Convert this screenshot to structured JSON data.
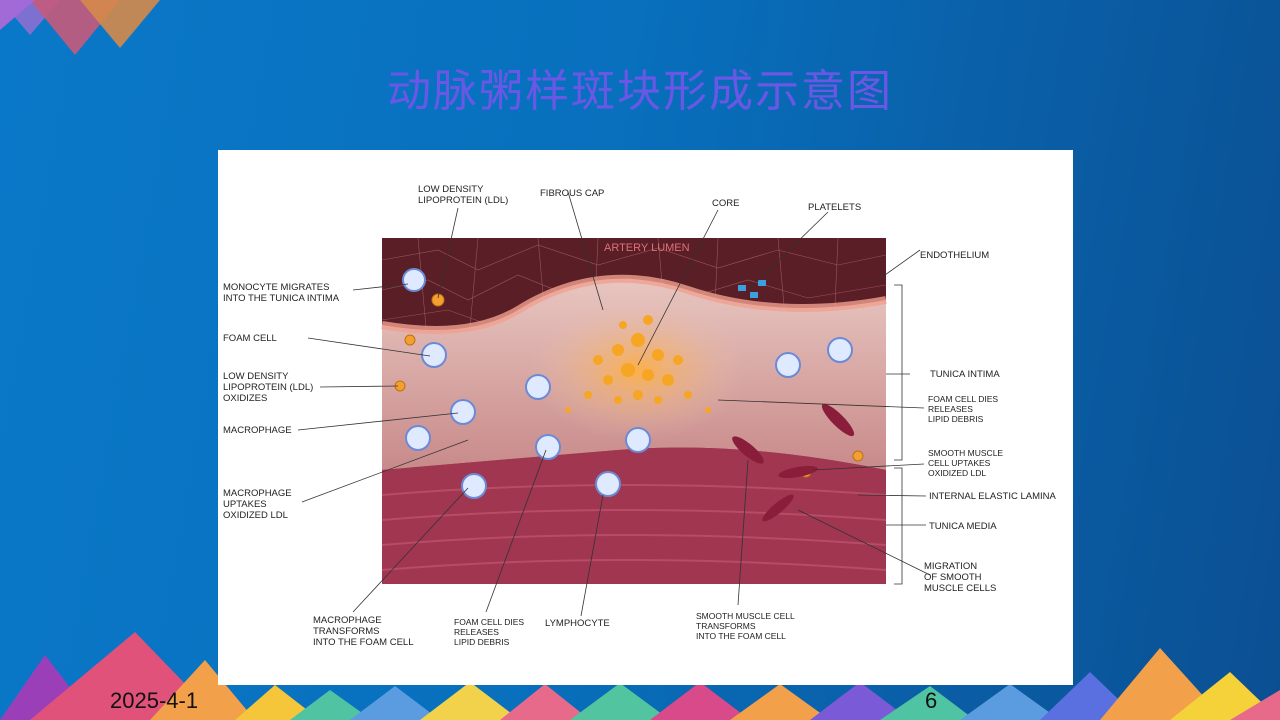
{
  "slide": {
    "title": "动脉粥样斑块形成示意图",
    "date": "2025-4-1",
    "page_number": "6"
  },
  "diagram": {
    "artery_lumen": "ARTERY LUMEN",
    "labels": {
      "ldl": "LOW DENSITY\nLIPOPROTEIN (LDL)",
      "fibrous_cap": "FIBROUS CAP",
      "core": "CORE",
      "platelets": "PLATELETS",
      "endothelium": "ENDOTHELIUM",
      "monocyte": "MONOCYTE MIGRATES\nINTO THE TUNICA INTIMA",
      "foam_cell": "FOAM CELL",
      "ldl_oxidizes": "LOW DENSITY\nLIPOPROTEIN (LDL)\nOXIDIZES",
      "macrophage": "MACROPHAGE",
      "macrophage_uptakes": "MACROPHAGE\nUPTAKES\nOXIDIZED LDL",
      "tunica_intima": "TUNICA INTIMA",
      "foam_dies_right": "FOAM CELL DIES\nRELEASES\nLIPID DEBRIS",
      "smooth_uptakes": "SMOOTH MUSCLE\nCELL UPTAKES\nOXIDIZED LDL",
      "internal_elastic": "INTERNAL ELASTIC LAMINA",
      "tunica_media": "TUNICA MEDIA",
      "migration": "MIGRATION\nOF SMOOTH\nMUSCLE CELLS",
      "macrophage_transforms": "MACROPHAGE\nTRANSFORMS\nINTO THE FOAM CELL",
      "foam_dies_bottom": "FOAM CELL DIES\nRELEASES\nLIPID DEBRIS",
      "lymphocyte": "LYMPHOCYTE",
      "smooth_transforms": "SMOOTH MUSCLE CELL\nTRANSFORMS\nINTO THE FOAM CELL"
    }
  },
  "colors": {
    "title": "#6a57e6",
    "background": "#0870bd",
    "tissue": "#a8344e",
    "lipid": "#f6a623"
  }
}
